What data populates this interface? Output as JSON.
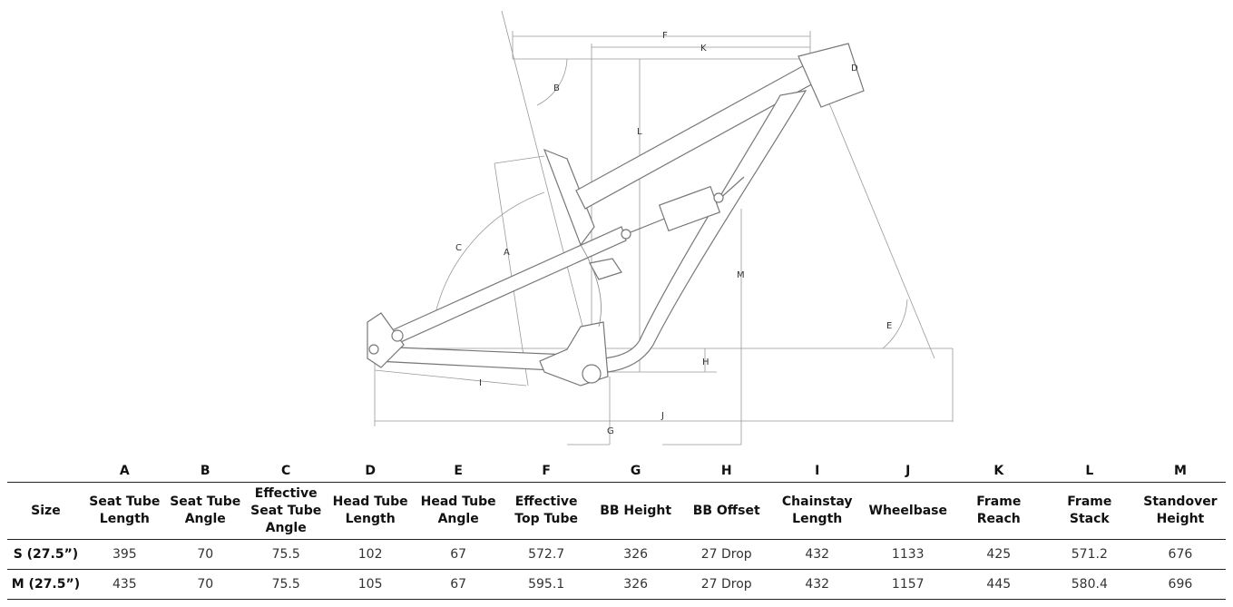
{
  "diagram": {
    "labels": {
      "A": "A",
      "B": "B",
      "C": "C",
      "D": "D",
      "E": "E",
      "F": "F",
      "G": "G",
      "H": "H",
      "I": "I",
      "J": "J",
      "K": "K",
      "L": "L",
      "M": "M"
    }
  },
  "table": {
    "letters": [
      "",
      "A",
      "B",
      "C",
      "D",
      "E",
      "F",
      "G",
      "H",
      "I",
      "J",
      "K",
      "L",
      "M"
    ],
    "headers": [
      "Size",
      "Seat Tube Length",
      "Seat Tube Angle",
      "Effective Seat Tube Angle",
      "Head Tube Length",
      "Head Tube Angle",
      "Effective Top Tube",
      "BB Height",
      "BB Offset",
      "Chainstay Length",
      "Wheelbase",
      "Frame Reach",
      "Frame Stack",
      "Standover Height"
    ],
    "rows": [
      [
        "S (27.5”)",
        "395",
        "70",
        "75.5",
        "102",
        "67",
        "572.7",
        "326",
        "27 Drop",
        "432",
        "1133",
        "425",
        "571.2",
        "676"
      ],
      [
        "M (27.5”)",
        "435",
        "70",
        "75.5",
        "105",
        "67",
        "595.1",
        "326",
        "27 Drop",
        "432",
        "1157",
        "445",
        "580.4",
        "696"
      ]
    ]
  }
}
